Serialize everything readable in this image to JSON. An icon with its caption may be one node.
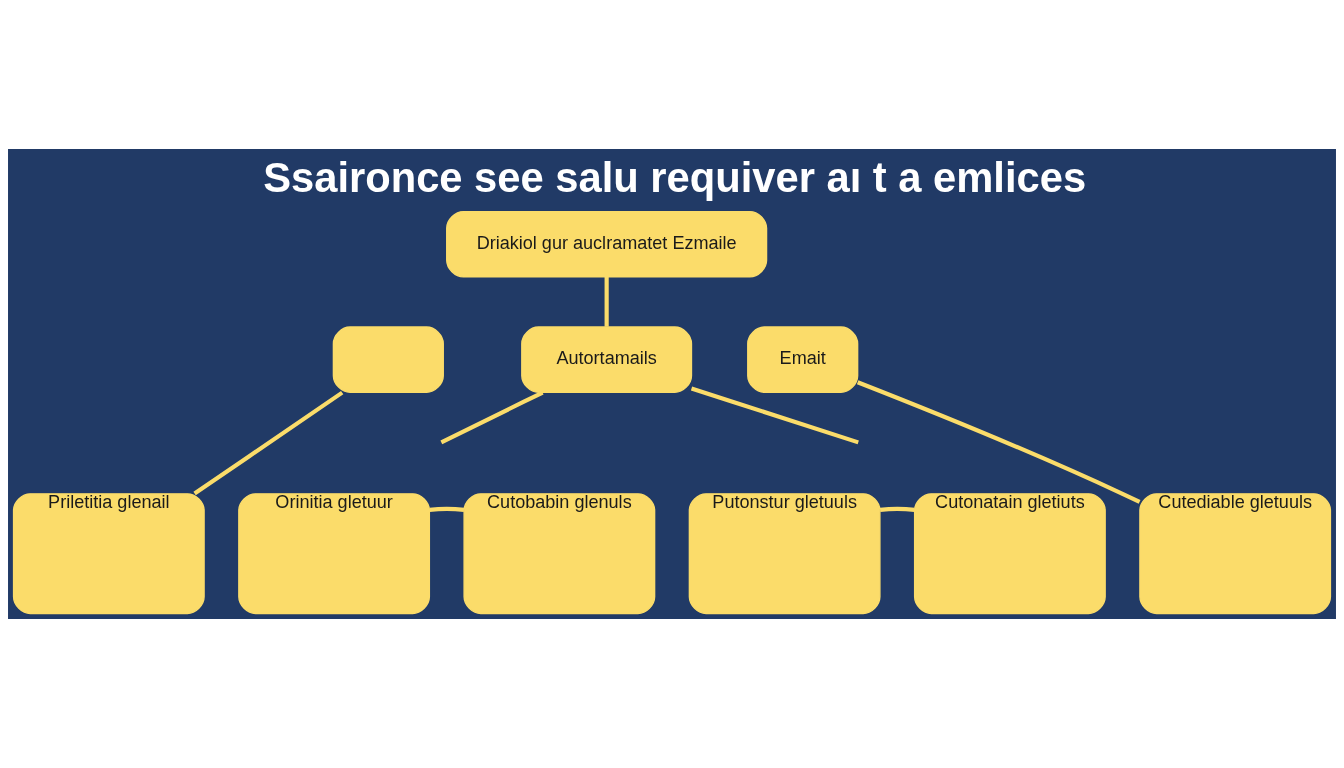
{
  "diagram": {
    "title": "Ssaironce see salu requiver aı t a emlices",
    "nodes": [
      {
        "text": [
          "Driakiol gur auclramatet Ezmaile"
        ]
      },
      {
        "text": [
          "Autortamails"
        ]
      },
      {
        "text": [],
        "shape": "box"
      },
      {
        "text": [
          "Emait"
        ]
      },
      {
        "text": [
          "Priletitia glenail"
        ]
      },
      {
        "text": [
          "Orinitia gletuur"
        ]
      },
      {
        "text": [
          "Cutobabin glenuls"
        ]
      },
      {
        "text": [
          "Putonstur gletuuls"
        ]
      },
      {
        "text": [
          "Cutonatain gletiuts"
        ]
      },
      {
        "text": [
          "Cutediable gletuuls"
        ]
      }
    ],
    "edges": [
      {
        "from": 0,
        "to": 1,
        "arrow": "none"
      },
      {
        "from": 1,
        "to": null,
        "arrow": "none"
      },
      {
        "from": 1,
        "to": null,
        "arrow": "none"
      },
      {
        "from": 2,
        "to": 4,
        "arrow": "none"
      },
      {
        "from": 3,
        "to": 9,
        "arrow": "none"
      },
      {
        "from": 5,
        "to": 6,
        "arrow": "none"
      },
      {
        "from": 7,
        "to": 8,
        "arrow": "none"
      }
    ]
  }
}
